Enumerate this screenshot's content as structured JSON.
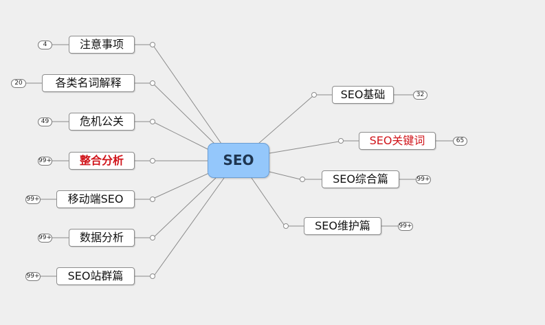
{
  "center": {
    "label": "SEO",
    "color": "#94c7fb"
  },
  "left_topics": [
    {
      "label": "注意事项",
      "count": "4",
      "highlight": false
    },
    {
      "label": "各类名词解释",
      "count": "20",
      "highlight": false
    },
    {
      "label": "危机公关",
      "count": "49",
      "highlight": false
    },
    {
      "label": "整合分析",
      "count": "99+",
      "highlight": true
    },
    {
      "label": "移动端SEO",
      "count": "99+",
      "highlight": false
    },
    {
      "label": "数据分析",
      "count": "99+",
      "highlight": false
    },
    {
      "label": "SEO站群篇",
      "count": "99+",
      "highlight": false
    }
  ],
  "right_topics": [
    {
      "label": "SEO基础",
      "count": "32",
      "highlight": false
    },
    {
      "label": "SEO关键词",
      "count": "65",
      "highlight": true
    },
    {
      "label": "SEO综合篇",
      "count": "99+",
      "highlight": false
    },
    {
      "label": "SEO维护篇",
      "count": "99+",
      "highlight": false
    }
  ],
  "colors": {
    "highlight_text": "#d0141a",
    "line": "#8a8a8a",
    "background": "#efefef"
  }
}
